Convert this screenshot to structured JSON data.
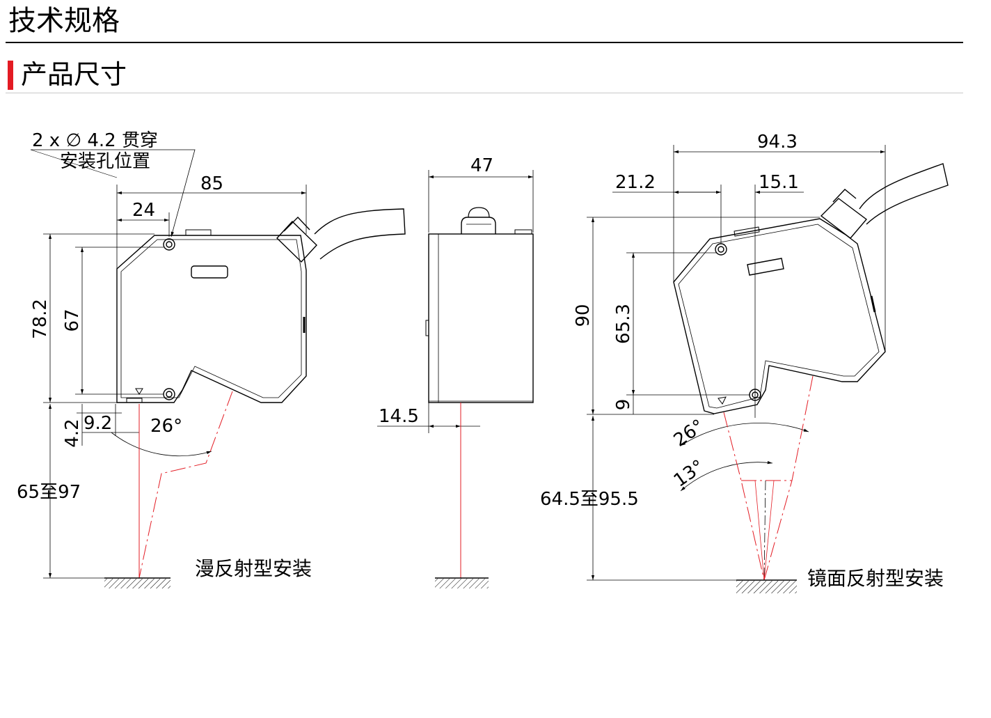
{
  "page": {
    "title": "技术规格",
    "section_title": "产品尺寸",
    "accent_color": "#e31b23"
  },
  "view_diffuse": {
    "hole_note_line1": "2 x ∅ 4.2 贯穿",
    "hole_note_line2": "安装孔位置",
    "dim_width": "85",
    "dim_hole_x": "24",
    "dim_height": "78.2",
    "dim_hole_span": "67",
    "dim_bottom_offset": "4.2",
    "dim_beam_offset": "9.2",
    "angle": "26°",
    "dim_distance": "65至97",
    "caption": "漫反射型安装"
  },
  "view_side": {
    "dim_width": "47",
    "dim_beam_offset": "14.5"
  },
  "view_mirror": {
    "dim_width": "94.3",
    "dim_left": "21.2",
    "dim_right": "15.1",
    "dim_height": "90",
    "dim_hole_span": "65.3",
    "dim_bottom": "9",
    "angle_outer": "26°",
    "angle_inner": "13°",
    "dim_distance": "64.5至95.5",
    "caption": "镜面反射型安装"
  }
}
